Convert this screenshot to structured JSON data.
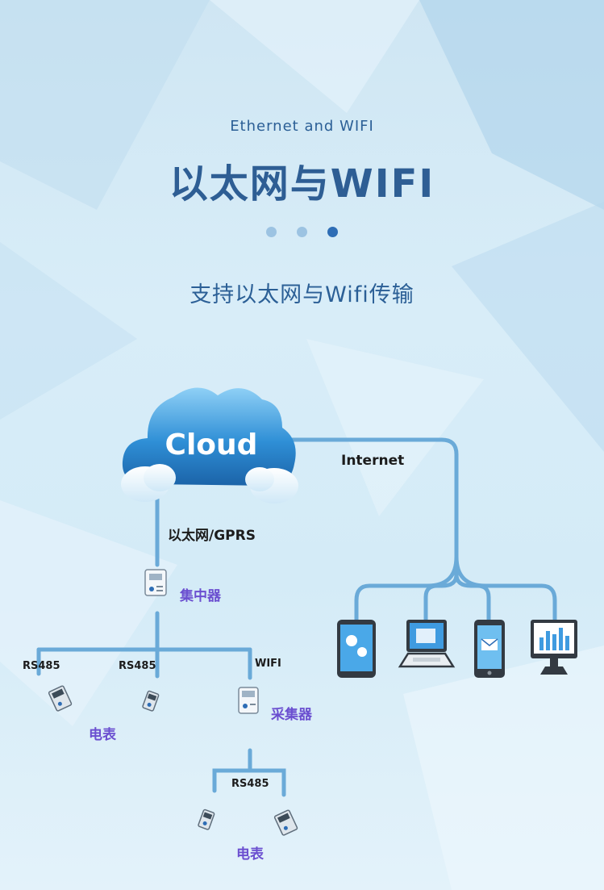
{
  "header": {
    "subtitle": "Ethernet and WIFI",
    "title": "以太网与WIFI",
    "pager": {
      "count": 3,
      "active_index": 2
    },
    "tagline": "支持以太网与Wifi传输"
  },
  "diagram": {
    "cloud_label": "Cloud",
    "internet_label": "Internet",
    "uplink_label": "以太网/GPRS",
    "concentrator_label": "集中器",
    "branches": [
      "RS485",
      "RS485",
      "WIFI"
    ],
    "meter_label": "电表",
    "collector_label": "采集器",
    "sub_branch_label": "RS485",
    "sub_meter_label": "电表",
    "terminals": [
      "phone-icon",
      "laptop-icon",
      "mobile-mail-icon",
      "desktop-chart-icon"
    ],
    "colors": {
      "line": "#6aaad8",
      "accent": "#2e6db5",
      "purple": "#6b4fd0"
    }
  }
}
